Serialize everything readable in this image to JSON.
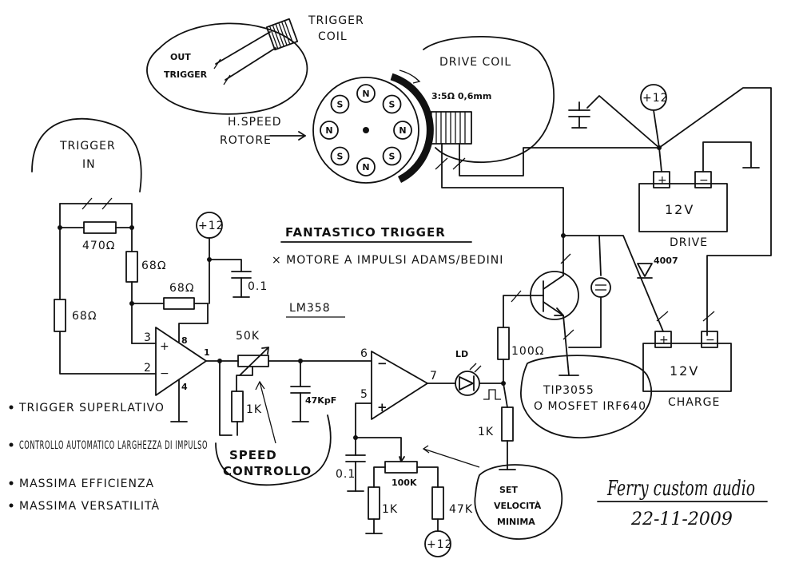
{
  "labels": {
    "trigger_coil_1": "TRIGGER",
    "trigger_coil_2": "COIL",
    "out_trigger_1": "OUT",
    "out_trigger_2": "TRIGGER",
    "drive_coil": "DRIVE COIL",
    "drive_coil_spec": "3:5Ω 0,6mm",
    "rotor_1": "H.SPEED",
    "rotor_2": "ROTORE",
    "trigger_in_1": "TRIGGER",
    "trigger_in_2": "IN",
    "title": "FANTASTICO TRIGGER",
    "subtitle": "× MOTORE A IMPULSI ADAMS/BEDINI",
    "ic": "LM358",
    "drive_battery": "12V",
    "drive_label": "DRIVE",
    "charge_battery": "12V",
    "charge_label": "CHARGE",
    "diode": "4007",
    "led": "LD",
    "speed_control_1": "SPEED",
    "speed_control_2": "CONTROLLO",
    "transistor_1": "TIP3055",
    "transistor_2": "O MOSFET IRF640",
    "set_speed_1": "SET",
    "set_speed_2": "VELOCITÀ",
    "set_speed_3": "MINIMA",
    "signature": "Ferry custom audio",
    "date": "22-11-2009"
  },
  "components": {
    "r_470": "470Ω",
    "r_68_top": "68Ω",
    "r_68_mid": "68Ω",
    "r_68_left": "68Ω",
    "c_01_top": "0.1",
    "pot_50k": "50K",
    "r_1k_speed": "1K",
    "c_47kpf": "47KpF",
    "c_01_bottom": "0.1",
    "pot_100k": "100K",
    "r_1k_bottom": "1K",
    "r_47k": "47K",
    "r_100": "100Ω",
    "r_1k_right": "1K"
  },
  "supplies": {
    "plus12_top_mid": "+12",
    "plus12_top_right": "+12",
    "plus12_bottom": "+12"
  },
  "pins": {
    "op1_p3": "3",
    "op1_p2": "2",
    "op1_p8": "8",
    "op1_p4": "4",
    "op1_p1": "1",
    "op1_plus": "+",
    "op1_minus": "−",
    "op2_p6": "6",
    "op2_p5": "5",
    "op2_p7": "7",
    "op2_plus": "+",
    "op2_minus": "−"
  },
  "magnets": [
    "S",
    "N",
    "S",
    "N",
    "S",
    "N",
    "S",
    "N"
  ],
  "bullets": [
    "TRIGGER SUPERLATIVO",
    "CONTROLLO AUTOMATICO LARGHEZZA DI IMPULSO",
    "MASSIMA EFFICIENZA",
    "MASSIMA VERSATILITÀ"
  ]
}
